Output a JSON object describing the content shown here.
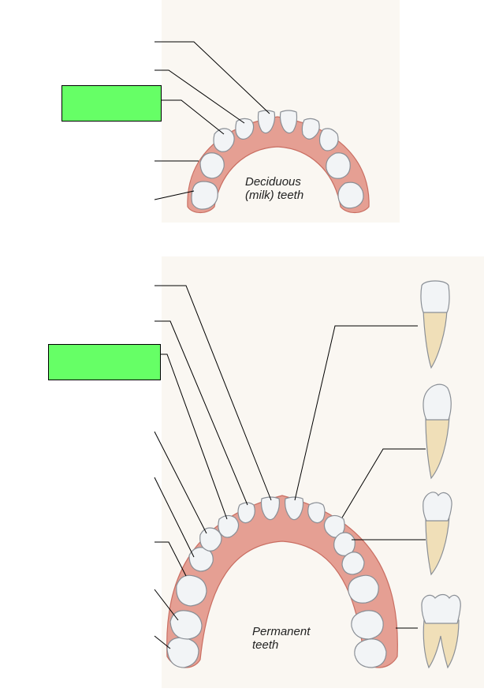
{
  "figure": {
    "deciduous": {
      "caption_line1": "Deciduous",
      "caption_line2": "(milk) teeth"
    },
    "permanent": {
      "caption_line1": "Permanent",
      "caption_line2": "teeth"
    }
  },
  "colors": {
    "background": "#ffffff",
    "panel": "#faf7f2",
    "gum": "#e59f93",
    "gum_dark": "#c96e62",
    "gum_inner": "#f3c7be",
    "tooth": "#f2f4f6",
    "tooth_edge": "#8a8f96",
    "root": "#f0dfb8",
    "answer_box": "#66ff66",
    "leader_line": "#000000"
  },
  "answer_boxes": [
    {
      "id": "deciduous-label-3",
      "text": ""
    },
    {
      "id": "permanent-label-3",
      "text": ""
    }
  ]
}
